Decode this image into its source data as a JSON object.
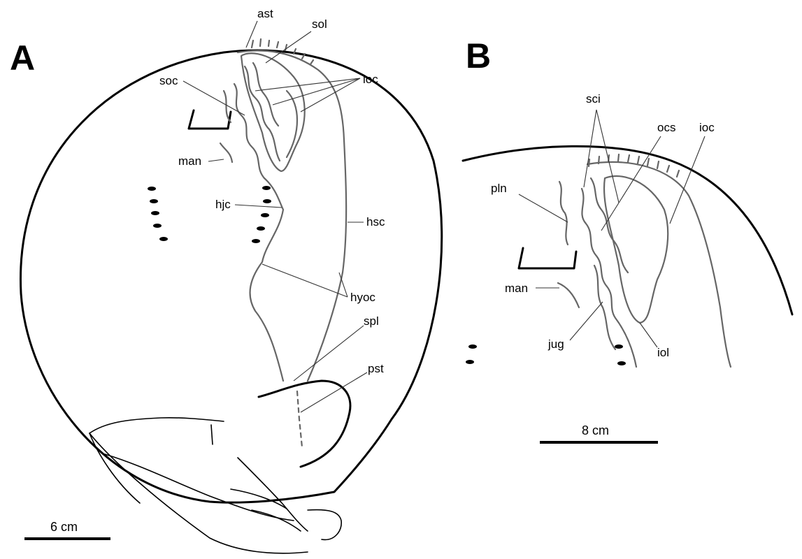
{
  "panels": {
    "a": {
      "letter": "A",
      "scale_label": "6 cm"
    },
    "b": {
      "letter": "B",
      "scale_label": "8 cm"
    }
  },
  "labels_a": {
    "ast": "ast",
    "sol": "sol",
    "ioc": "ioc",
    "soc": "soc",
    "man": "man",
    "hjc": "hjc",
    "hsc": "hsc",
    "hyoc": "hyoc",
    "spl": "spl",
    "pst": "pst"
  },
  "labels_b": {
    "sci": "sci",
    "ocs": "ocs",
    "ioc": "ioc",
    "pln": "pln",
    "man": "man",
    "jug": "jug",
    "iol": "iol"
  }
}
